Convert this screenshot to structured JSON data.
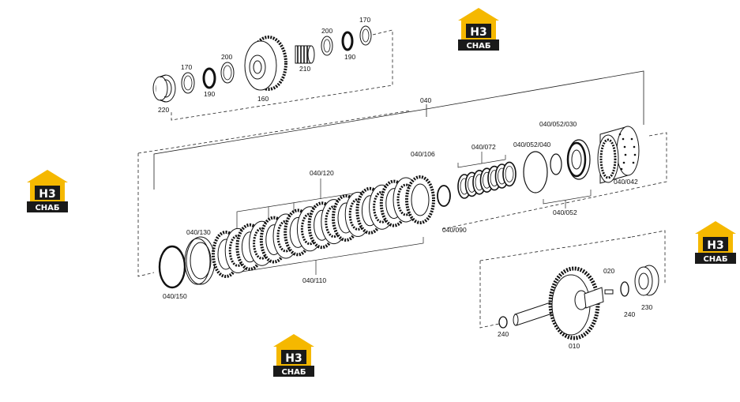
{
  "logo": {
    "mark": "H3",
    "word": "СНАБ",
    "colors": {
      "roof": "#f5b800",
      "dark": "#1a1a1a",
      "text_light": "#ffffff"
    }
  },
  "colors": {
    "line": "#111111",
    "part_fill": "#ffffff",
    "dash": "#222222"
  },
  "labels": {
    "p220": "220",
    "p170a": "170",
    "p190a": "190",
    "p200a": "200",
    "p160": "160",
    "p210": "210",
    "p200b": "200",
    "p190b": "190",
    "p170b": "170",
    "p040": "040",
    "p040_120": "040/120",
    "p040_106": "040/106",
    "p040_072": "040/072",
    "p040_052_030": "040/052/030",
    "p040_052_040": "040/052/040",
    "p040_042": "040/042",
    "p040_052": "040/052",
    "p040_090": "040/090",
    "p040_130": "040/130",
    "p040_110": "040/110",
    "p040_150": "040/150",
    "p020": "020",
    "p230": "230",
    "p240a": "240",
    "p240b": "240",
    "p010": "010"
  }
}
